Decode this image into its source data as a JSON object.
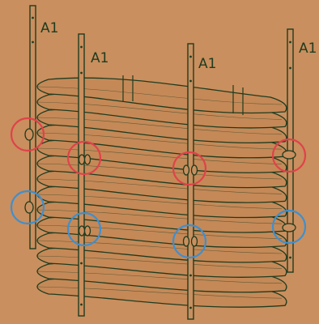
{
  "labels": {
    "a": "A1",
    "b": "A1",
    "c": "A1",
    "d": "A1"
  },
  "colors": {
    "background": "#c98f5e",
    "line": "#1f3b1f",
    "rib_fill": "#c48957",
    "highlight_upper": "#e0424a",
    "highlight_lower": "#3e8fd0"
  }
}
